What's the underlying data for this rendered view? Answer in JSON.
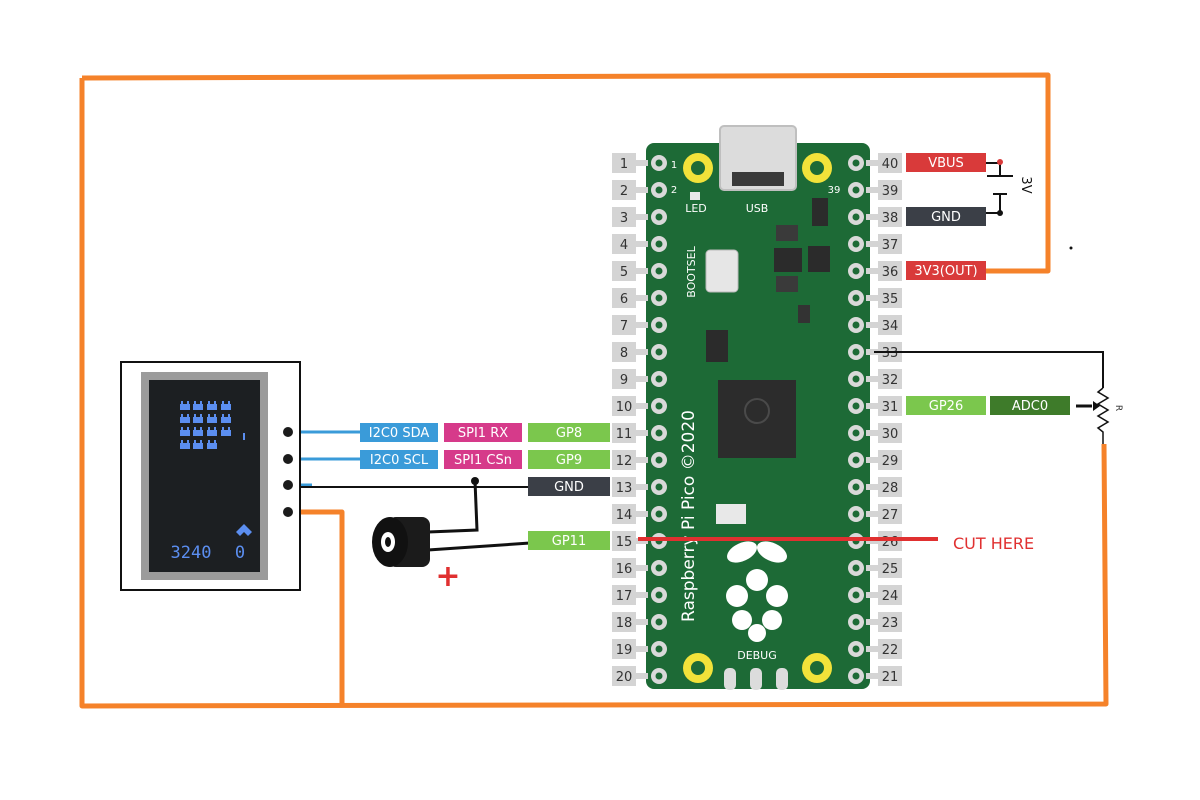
{
  "colors": {
    "orange": "#f5822a",
    "board": "#1d6a36",
    "pin_pad": "#d9d9d9",
    "pin_num_bg": "#d4d4d4",
    "i2c": "#3a9bd9",
    "spi": "#d63a8a",
    "gp": "#7bc74d",
    "gnd": "#3b3f47",
    "power": "#d93a3a",
    "adc": "#3e7b2a",
    "cut": "#e03030",
    "mounting": "#f2e23a"
  },
  "board": {
    "usb": "USB",
    "led": "LED",
    "bootsel": "BOOTSEL",
    "debug": "DEBUG",
    "name": "Raspberry Pi Pico ©2020",
    "corner_1": "1",
    "corner_2": "2",
    "corner_39": "39"
  },
  "pins_left": [
    "1",
    "2",
    "3",
    "4",
    "5",
    "6",
    "7",
    "8",
    "9",
    "10",
    "11",
    "12",
    "13",
    "14",
    "15",
    "16",
    "17",
    "18",
    "19",
    "20"
  ],
  "pins_right": [
    "40",
    "39",
    "38",
    "37",
    "36",
    "35",
    "34",
    "33",
    "32",
    "31",
    "30",
    "29",
    "28",
    "27",
    "26",
    "25",
    "24",
    "23",
    "22",
    "21"
  ],
  "labels": {
    "gp8": "GP8",
    "gp9": "GP9",
    "gnd13": "GND",
    "gp11": "GP11",
    "i2c_sda": "I2C0 SDA",
    "i2c_scl": "I2C0 SCL",
    "spi_rx": "SPI1 RX",
    "spi_csn": "SPI1 CSn",
    "vbus": "VBUS",
    "gnd38": "GND",
    "v3": "3V3(OUT)",
    "gp26": "GP26",
    "adc0": "ADC0"
  },
  "annotations": {
    "cut": "CUT HERE",
    "battery": "3V",
    "plus": "+",
    "resistor": "R"
  },
  "display": {
    "score": "3240",
    "lives": "0"
  }
}
